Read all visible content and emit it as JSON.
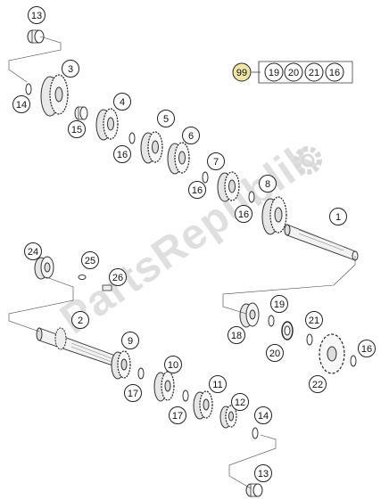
{
  "watermark": "PartsRepublik",
  "callouts": [
    "13",
    "3",
    "14",
    "15",
    "4",
    "5",
    "6",
    "16",
    "16",
    "7",
    "8",
    "1",
    "16",
    "24",
    "25",
    "26",
    "2",
    "9",
    "17",
    "10",
    "17",
    "11",
    "12",
    "14",
    "13",
    "19",
    "21",
    "18",
    "20",
    "16",
    "22"
  ],
  "kit": {
    "main": "99",
    "items": [
      "19",
      "20",
      "21",
      "16"
    ]
  },
  "colors": {
    "callout_fill": "#ffffff",
    "callout_stroke": "#222222",
    "kit_highlight": "#efe6a6",
    "watermark": "#d9d9d9",
    "part_stroke": "#3a3a3a"
  }
}
